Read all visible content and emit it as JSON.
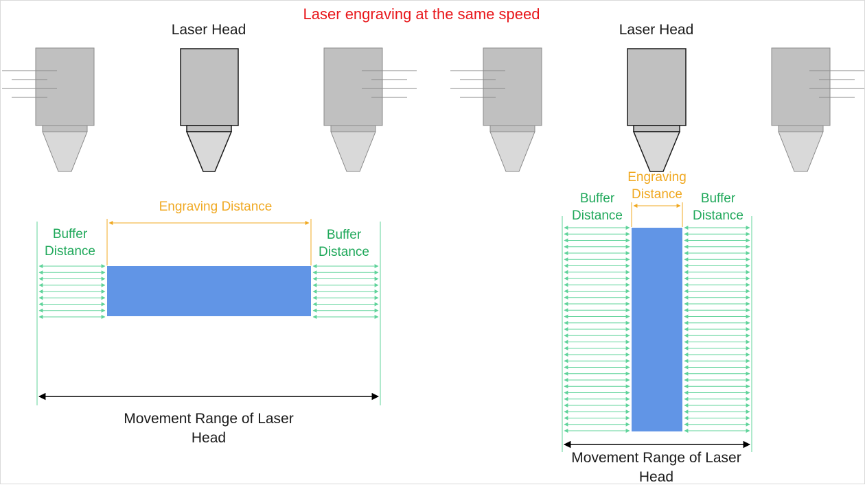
{
  "title": "Laser engraving at the same speed",
  "colors": {
    "title": "#e8161a",
    "buffer": "#1fa85a",
    "buffer_arrow": "#5fd39a",
    "engraving": "#f0a820",
    "workpiece": "#6195e6",
    "head_body": "#c0c0c0",
    "head_active_outline": "#1a1a1a",
    "head_ghost_outline": "#8a8a8a",
    "range_arrow": "#000000"
  },
  "left_panel": {
    "head_label": "Laser Head",
    "engraving_label": "Engraving Distance",
    "buffer_left_label": "Buffer Distance",
    "buffer_right_label": "Buffer Distance",
    "range_label": "Movement Range of Laser Head",
    "arrow_rows": 9
  },
  "right_panel": {
    "head_label": "Laser Head",
    "engraving_label": "Engraving Distance",
    "buffer_left_label": "Buffer Distance",
    "buffer_right_label": "Buffer Distance",
    "range_label": "Movement Range of Laser Head",
    "arrow_rows": 33
  },
  "icons": {
    "laser_head": "laser-head-icon",
    "motion_lines": "motion-lines-icon"
  }
}
